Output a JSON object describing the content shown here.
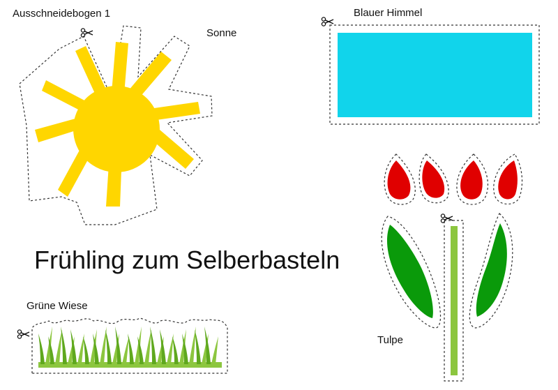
{
  "sheet_label": "Ausschneidebogen 1",
  "title": "Frühling zum Selberbasteln",
  "items": {
    "sun": {
      "label": "Sonne",
      "color": "#FFD600",
      "icon": "sun-cutout"
    },
    "sky": {
      "label": "Blauer Himmel",
      "color": "#11D4EB",
      "icon": "sky-rectangle-cutout"
    },
    "tulip": {
      "label": "Tulpe",
      "petal_color": "#E00000",
      "leaf_color": "#0A9A0A",
      "stem_color": "#8CC63F",
      "icon": "tulip-cutout"
    },
    "meadow": {
      "label": "Grüne Wiese",
      "color": "#8CC63F",
      "icon": "grass-cutout"
    }
  },
  "icons": {
    "cut_mark": "scissors-icon"
  }
}
